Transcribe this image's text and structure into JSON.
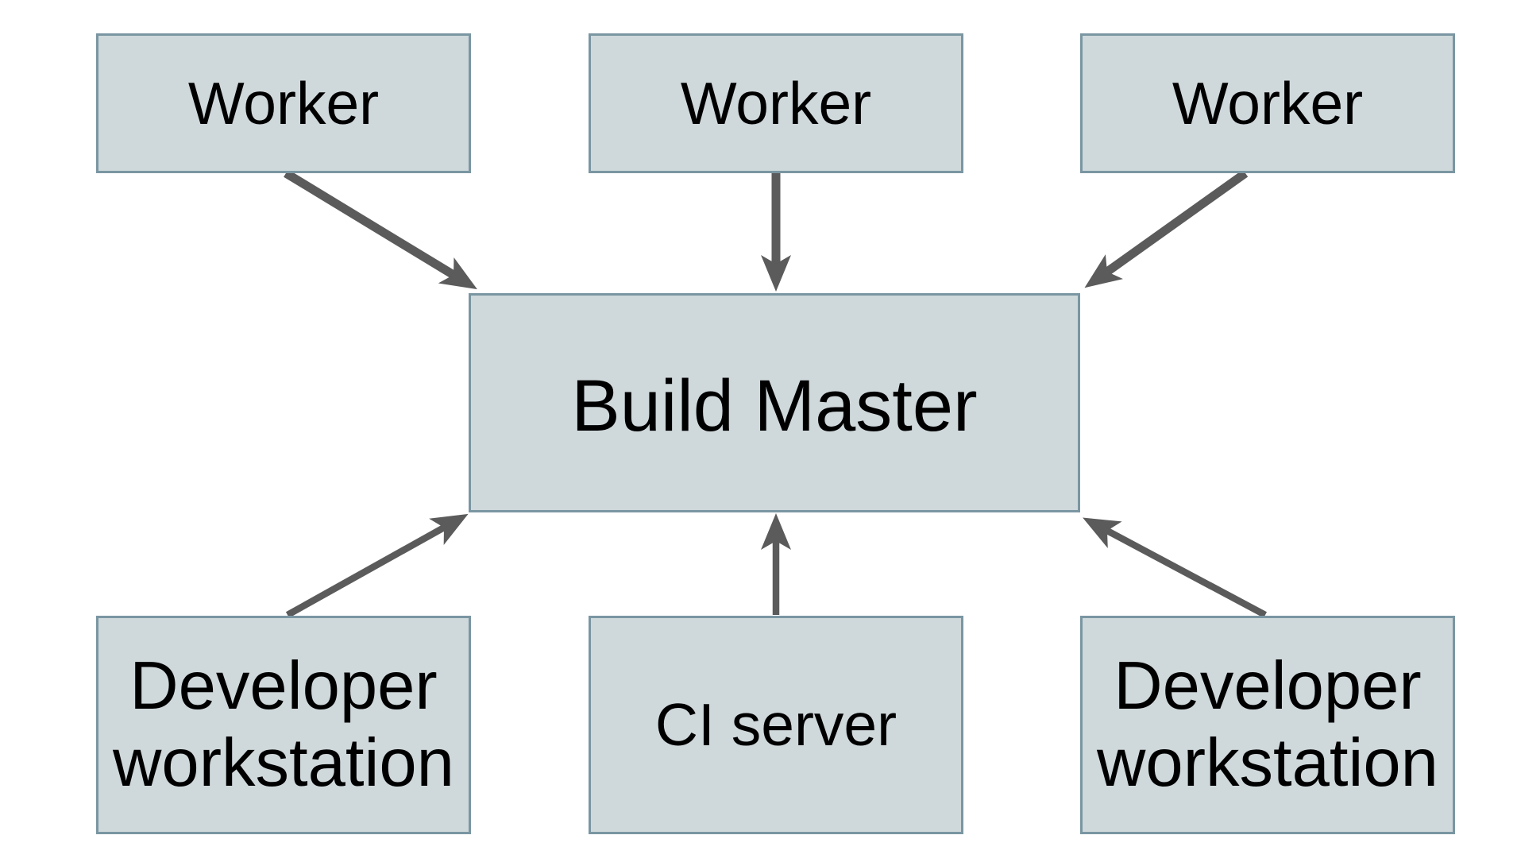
{
  "diagram": {
    "nodes": [
      {
        "id": "worker-1",
        "label": "Worker"
      },
      {
        "id": "worker-2",
        "label": "Worker"
      },
      {
        "id": "worker-3",
        "label": "Worker"
      },
      {
        "id": "build-master",
        "label": "Build Master"
      },
      {
        "id": "developer-workstation-left",
        "label": "Developer workstation"
      },
      {
        "id": "ci-server",
        "label": "CI server"
      },
      {
        "id": "developer-workstation-right",
        "label": "Developer workstation"
      }
    ],
    "edges": [
      {
        "from": "worker-1",
        "to": "build-master"
      },
      {
        "from": "worker-2",
        "to": "build-master"
      },
      {
        "from": "worker-3",
        "to": "build-master"
      },
      {
        "from": "developer-workstation-left",
        "to": "build-master"
      },
      {
        "from": "ci-server",
        "to": "build-master"
      },
      {
        "from": "developer-workstation-right",
        "to": "build-master"
      }
    ],
    "colors": {
      "node_fill": "#cfd8db",
      "node_border": "#7a96a2",
      "arrow": "#5b5b5b",
      "text": "#000000",
      "background": "#ffffff"
    }
  }
}
